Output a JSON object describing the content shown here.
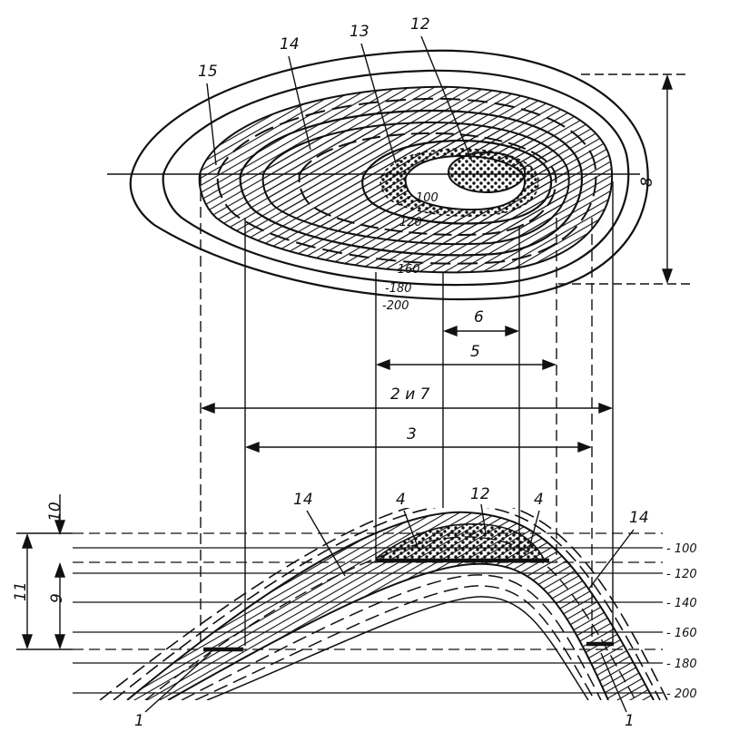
{
  "colors": {
    "ink": "#111111",
    "paper": "#ffffff"
  },
  "plan": {
    "labels": {
      "l15": "15",
      "l14": "14",
      "l13": "13",
      "l12": "12"
    },
    "contours": {
      "c100": "100",
      "c120": "120",
      "c160": "-160",
      "c180": "-180",
      "c200": "-200"
    }
  },
  "dimensions": {
    "d8": "8",
    "d6": "6",
    "d5": "5",
    "d2and7": "2 и 7",
    "d3": "3",
    "d10": "10",
    "d9": "9",
    "d11": "11"
  },
  "section": {
    "labels": {
      "l14a": "14",
      "l14b": "14",
      "l12": "12",
      "l4a": "4",
      "l4b": "4",
      "l1a": "1",
      "l1b": "1"
    },
    "depths": [
      "- 100",
      "- 120",
      "- 140",
      "- 160",
      "- 180",
      "- 200"
    ]
  }
}
